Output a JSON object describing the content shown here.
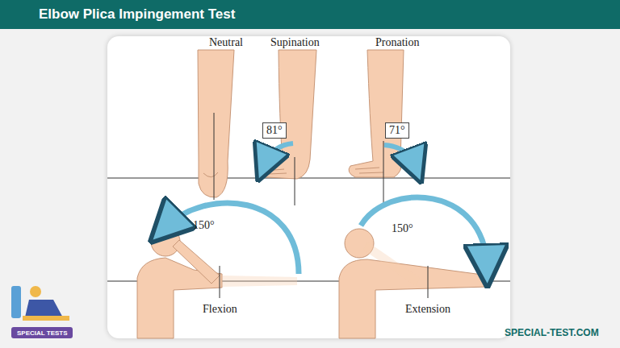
{
  "diagram": {
    "title": "Elbow Plica Impingement Test",
    "nodes": [
      {
        "text": [
          "81°"
        ]
      },
      {
        "text": [
          "71°"
        ]
      }
    ],
    "labels": [
      "Neutral",
      "Supination",
      "Pronation",
      "150°",
      "Flexion",
      "150°",
      "Extension",
      "SPECIAL TESTS",
      "SPECIAL-TEST.COM"
    ]
  }
}
